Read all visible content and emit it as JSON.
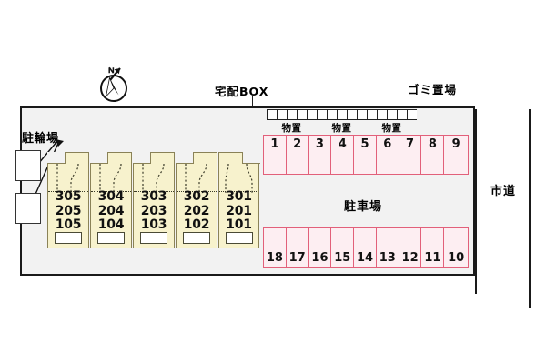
{
  "plan": {
    "compass": {
      "north_letter": "N"
    },
    "site": {
      "fill_color": "#f2f2f2",
      "border_color": "#1a1a1a"
    },
    "road": {
      "label": "市道"
    },
    "bicycle_parking": {
      "label": "駐輪場",
      "stall_count": 2
    },
    "delivery_box": {
      "label": "宅配BOX"
    },
    "trash_area": {
      "label": "ゴミ置場"
    },
    "storages": [
      {
        "label": "物置",
        "cells": 5
      },
      {
        "label": "物置",
        "cells": 5
      },
      {
        "label": "物置",
        "cells": 5
      }
    ],
    "parking_lot": {
      "label": "駐車場",
      "accent_color": "#e2607a",
      "fill_color": "#fdeef2",
      "top_row": [
        "1",
        "2",
        "3",
        "4",
        "5",
        "6",
        "7",
        "8",
        "9"
      ],
      "bottom_row": [
        "18",
        "17",
        "16",
        "15",
        "14",
        "13",
        "12",
        "11",
        "10"
      ]
    },
    "building": {
      "fill_color": "#f7f2cd",
      "border_color": "#8a8257",
      "units": [
        {
          "floor3": "305",
          "floor2": "205",
          "floor1": "105"
        },
        {
          "floor3": "304",
          "floor2": "204",
          "floor1": "104"
        },
        {
          "floor3": "303",
          "floor2": "203",
          "floor1": "103"
        },
        {
          "floor3": "302",
          "floor2": "202",
          "floor1": "102"
        },
        {
          "floor3": "301",
          "floor2": "201",
          "floor1": "101"
        }
      ]
    }
  }
}
